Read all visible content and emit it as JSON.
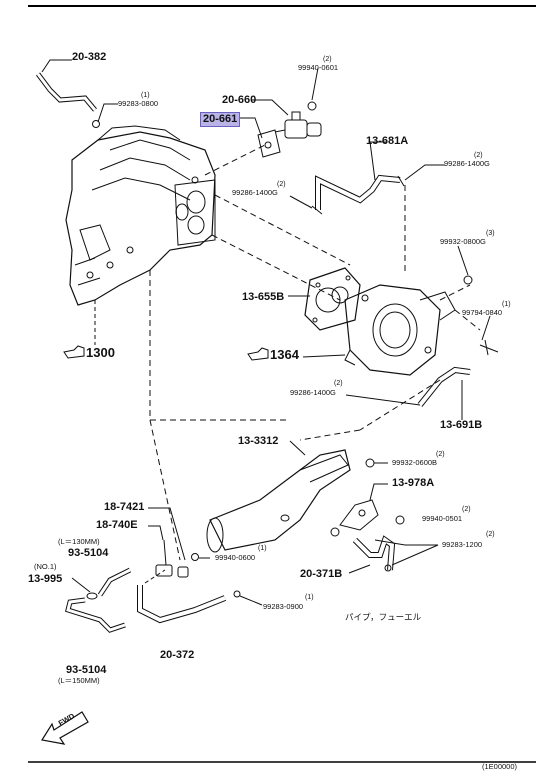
{
  "parts": {
    "p20_382": "20-382",
    "p99283_0800": "99283-0800",
    "q99283_0800": "(1)",
    "p20_660": "20-660",
    "p99940_0601": "99940-0601",
    "q99940_0601": "(2)",
    "p20_661": "20-661",
    "p13_681A": "13-681A",
    "p99286_1400G_a": "99286-1400G",
    "q99286_1400G_a": "(2)",
    "p99286_1400G_b": "99286-1400G",
    "q99286_1400G_b": "(2)",
    "p99932_0800G": "99932-0800G",
    "q99932_0800G": "(3)",
    "p13_655B": "13-655B",
    "p99794_0840": "99794-0840",
    "q99794_0840": "(1)",
    "r1300": "1300",
    "r1364": "1364",
    "p99286_1400G_c": "99286-1400G",
    "q99286_1400G_c": "(2)",
    "p13_691B": "13-691B",
    "p13_3312": "13-3312",
    "p99932_0600B": "99932-0600B",
    "q99932_0600B": "(2)",
    "p13_978A": "13-978A",
    "p18_7421": "18-7421",
    "p99940_0501": "99940-0501",
    "q99940_0501": "(2)",
    "p18_740E": "18-740E",
    "l130": "(L＝130MM)",
    "p93_5104_a": "93-5104",
    "no1": "(NO.1)",
    "p13_995": "13-995",
    "p99940_0600": "99940-0600",
    "q99940_0600": "(1)",
    "p99283_1200": "99283-1200",
    "q99283_1200": "(2)",
    "p20_371B": "20-371B",
    "p99283_0900": "99283-0900",
    "q99283_0900": "(1)",
    "pipe_fuel": "パイプ，フューエル",
    "p93_5104_b": "93-5104",
    "l150": "(L＝150MM)",
    "p20_372": "20-372",
    "fwd": "FWD",
    "footer_code": "(1E00000)"
  }
}
